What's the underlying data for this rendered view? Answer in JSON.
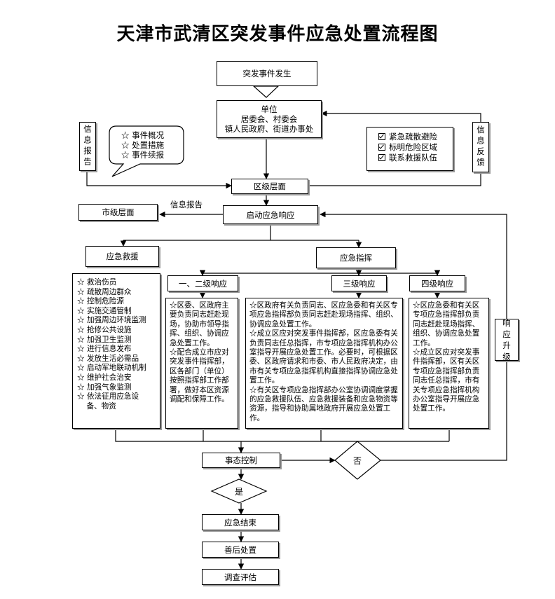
{
  "title": "天津市武清区突发事件应急处置流程图",
  "nodes": {
    "event_occurs": "突发事件发生",
    "units": [
      "单位",
      "居委会、村委会",
      "镇人民政府、街道办事处"
    ],
    "info_report_left": "信息报告",
    "info_feedback_right": "信息反馈",
    "district_level": "区级层面",
    "city_level": "市级层面",
    "info_report_arrow": "信息报告",
    "launch_response": "启动应急响应",
    "emergency_rescue": "应急救援",
    "emergency_command": "应急指挥",
    "level_1_2": "一、二级响应",
    "level_3": "三级响应",
    "level_4": "四级响应",
    "response_upgrade": "响应升级",
    "control": "事态控制",
    "decision_no": "否",
    "decision_yes": "是",
    "end": "应急结束",
    "aftermath": "善后处置",
    "evaluation": "调查评估"
  },
  "callout_items": [
    "☆ 事件概况",
    "☆ 处置措施",
    "☆ 事件续报"
  ],
  "checklist_items": [
    "紧急疏散避险",
    "标明危险区域",
    "联系救援队伍"
  ],
  "rescue_items": [
    "☆ 救治伤员",
    "☆ 疏散周边群众",
    "☆ 控制危险源",
    "☆ 实施交通管制",
    "☆ 加强周边环境监测",
    "☆ 抢修公共设施",
    "☆ 加强卫生监测",
    "☆ 进行信息发布",
    "☆ 发放生活必需品",
    "☆ 启动军地联动机制",
    "☆ 维护社会治安",
    "☆ 加强气象监测",
    "☆ 依法征用应急设\n    备、物资"
  ],
  "level_1_2_text": [
    "☆区委、区政府主要负责同志赶赴现场，协助市领导指挥、组织、协调应急处置工作。",
    "☆配合成立市应对突发事件指挥部，区各部门（单位）按照指挥部工作部署，做好本区资源调配和保障工作。"
  ],
  "level_3_text": [
    "☆区政府有关负责同志、区应急委和有关区专项应急指挥部负责同志赶赴现场指挥、组织、协调应急处置工作。",
    "☆成立区应对突发事件指挥部，区应急委有关负责同志任总指挥，市专项应急指挥机构办公室指导开展应急处置工作。必要时，可根据区委、区政府请求和市委、市人民政府决定，由市有关专项应急指挥机构直接指挥协调应急处置工作。",
    "☆有关区专项应急指挥部办公室协调调度掌握的应急救援队伍、应急救援装备和应急物资等资源，指导和协助属地政府开展应急处置工作。"
  ],
  "level_4_text": [
    "☆区应急委和有关区专项应急指挥部负责同志赶赴现场指挥、组织、协调应急处置工作。",
    "☆成立区应对突发事件指挥部，区有关区专项应急指挥部负责同志任总指挥，市有关专项应急指挥机构办公室指导开展应急处置工作。"
  ],
  "colors": {
    "stroke": "#000000",
    "shadow": "#9a9a9a"
  }
}
